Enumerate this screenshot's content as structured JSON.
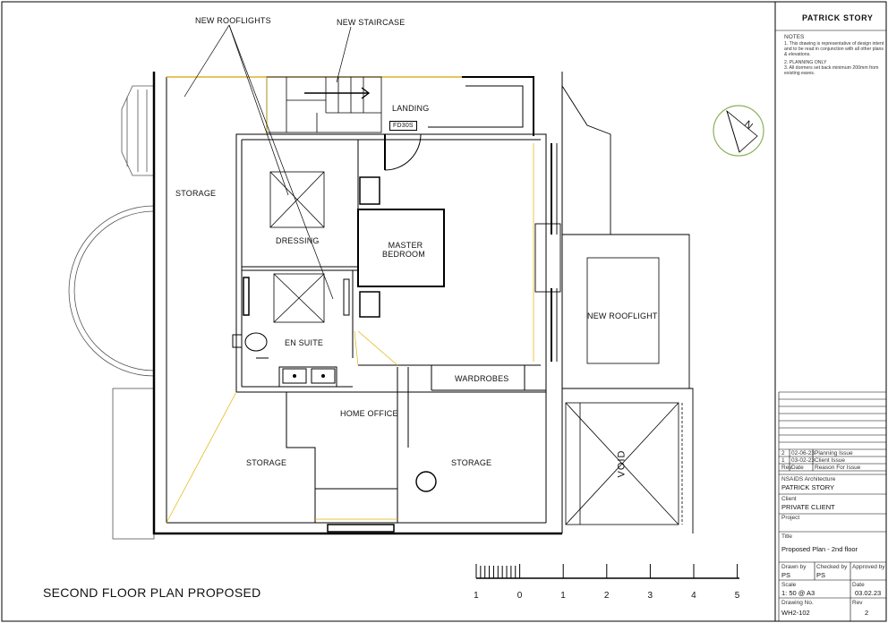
{
  "drawing": {
    "title": "SECOND FLOOR PLAN PROPOSED",
    "labels": {
      "new_rooflights": "NEW ROOFLIGHTS",
      "new_staircase": "NEW STAIRCASE",
      "landing": "LANDING",
      "fd_tag": "FD30S",
      "storage_left": "STORAGE",
      "dressing": "DRESSING",
      "master_bedroom_1": "MASTER",
      "master_bedroom_2": "BEDROOM",
      "en_suite": "EN SUITE",
      "wardrobes": "WARDROBES",
      "home_office": "HOME OFFICE",
      "storage_bottom_left": "STORAGE",
      "storage_bottom_right": "STORAGE",
      "new_rooflight_right": "NEW ROOFLIGHT",
      "void": "VOID"
    },
    "north_label": "N",
    "scale_bar_labels": [
      "1",
      "0",
      "1",
      "2",
      "3",
      "4",
      "5"
    ]
  },
  "title_block": {
    "firm_top": "PATRICK STORY",
    "notes_heading": "NOTES",
    "notes": [
      "1. This drawing is representative of design intent and to be read in conjunction with all other plans & elevations.",
      "2. PLANNING ONLY",
      "3. All dormers set back minimum 200mm from existing eaves."
    ],
    "revisions": [
      {
        "rev": "2",
        "date": "02-06-23",
        "reason": "Planning Issue"
      },
      {
        "rev": "1",
        "date": "03-02-23",
        "reason": "Client Issue"
      }
    ],
    "rev_header": {
      "rev": "Rev",
      "date": "Date",
      "reason": "Reason For Issue"
    },
    "firm_sub": "NSAIDS Architecture",
    "firm_name": "PATRICK STORY",
    "client_label": "Client",
    "client_value": "PRIVATE CLIENT",
    "project_label": "Project",
    "project_value": "",
    "title_label": "Title",
    "title_value": "Proposed Plan - 2nd floor",
    "drawn_by_label": "Drawn by",
    "drawn_by_value": "PS",
    "checked_by_label": "Checked by",
    "checked_by_value": "PS",
    "approved_by_label": "Approved by",
    "approved_by_value": "",
    "scale_label": "Scale",
    "scale_value": "1: 50 @ A3",
    "date_label": "Date",
    "date_value": "03.02.23",
    "drawing_no_label": "Drawing No.",
    "drawing_no_value": "WH2-102",
    "rev_label": "Rev",
    "rev_value": "2"
  }
}
